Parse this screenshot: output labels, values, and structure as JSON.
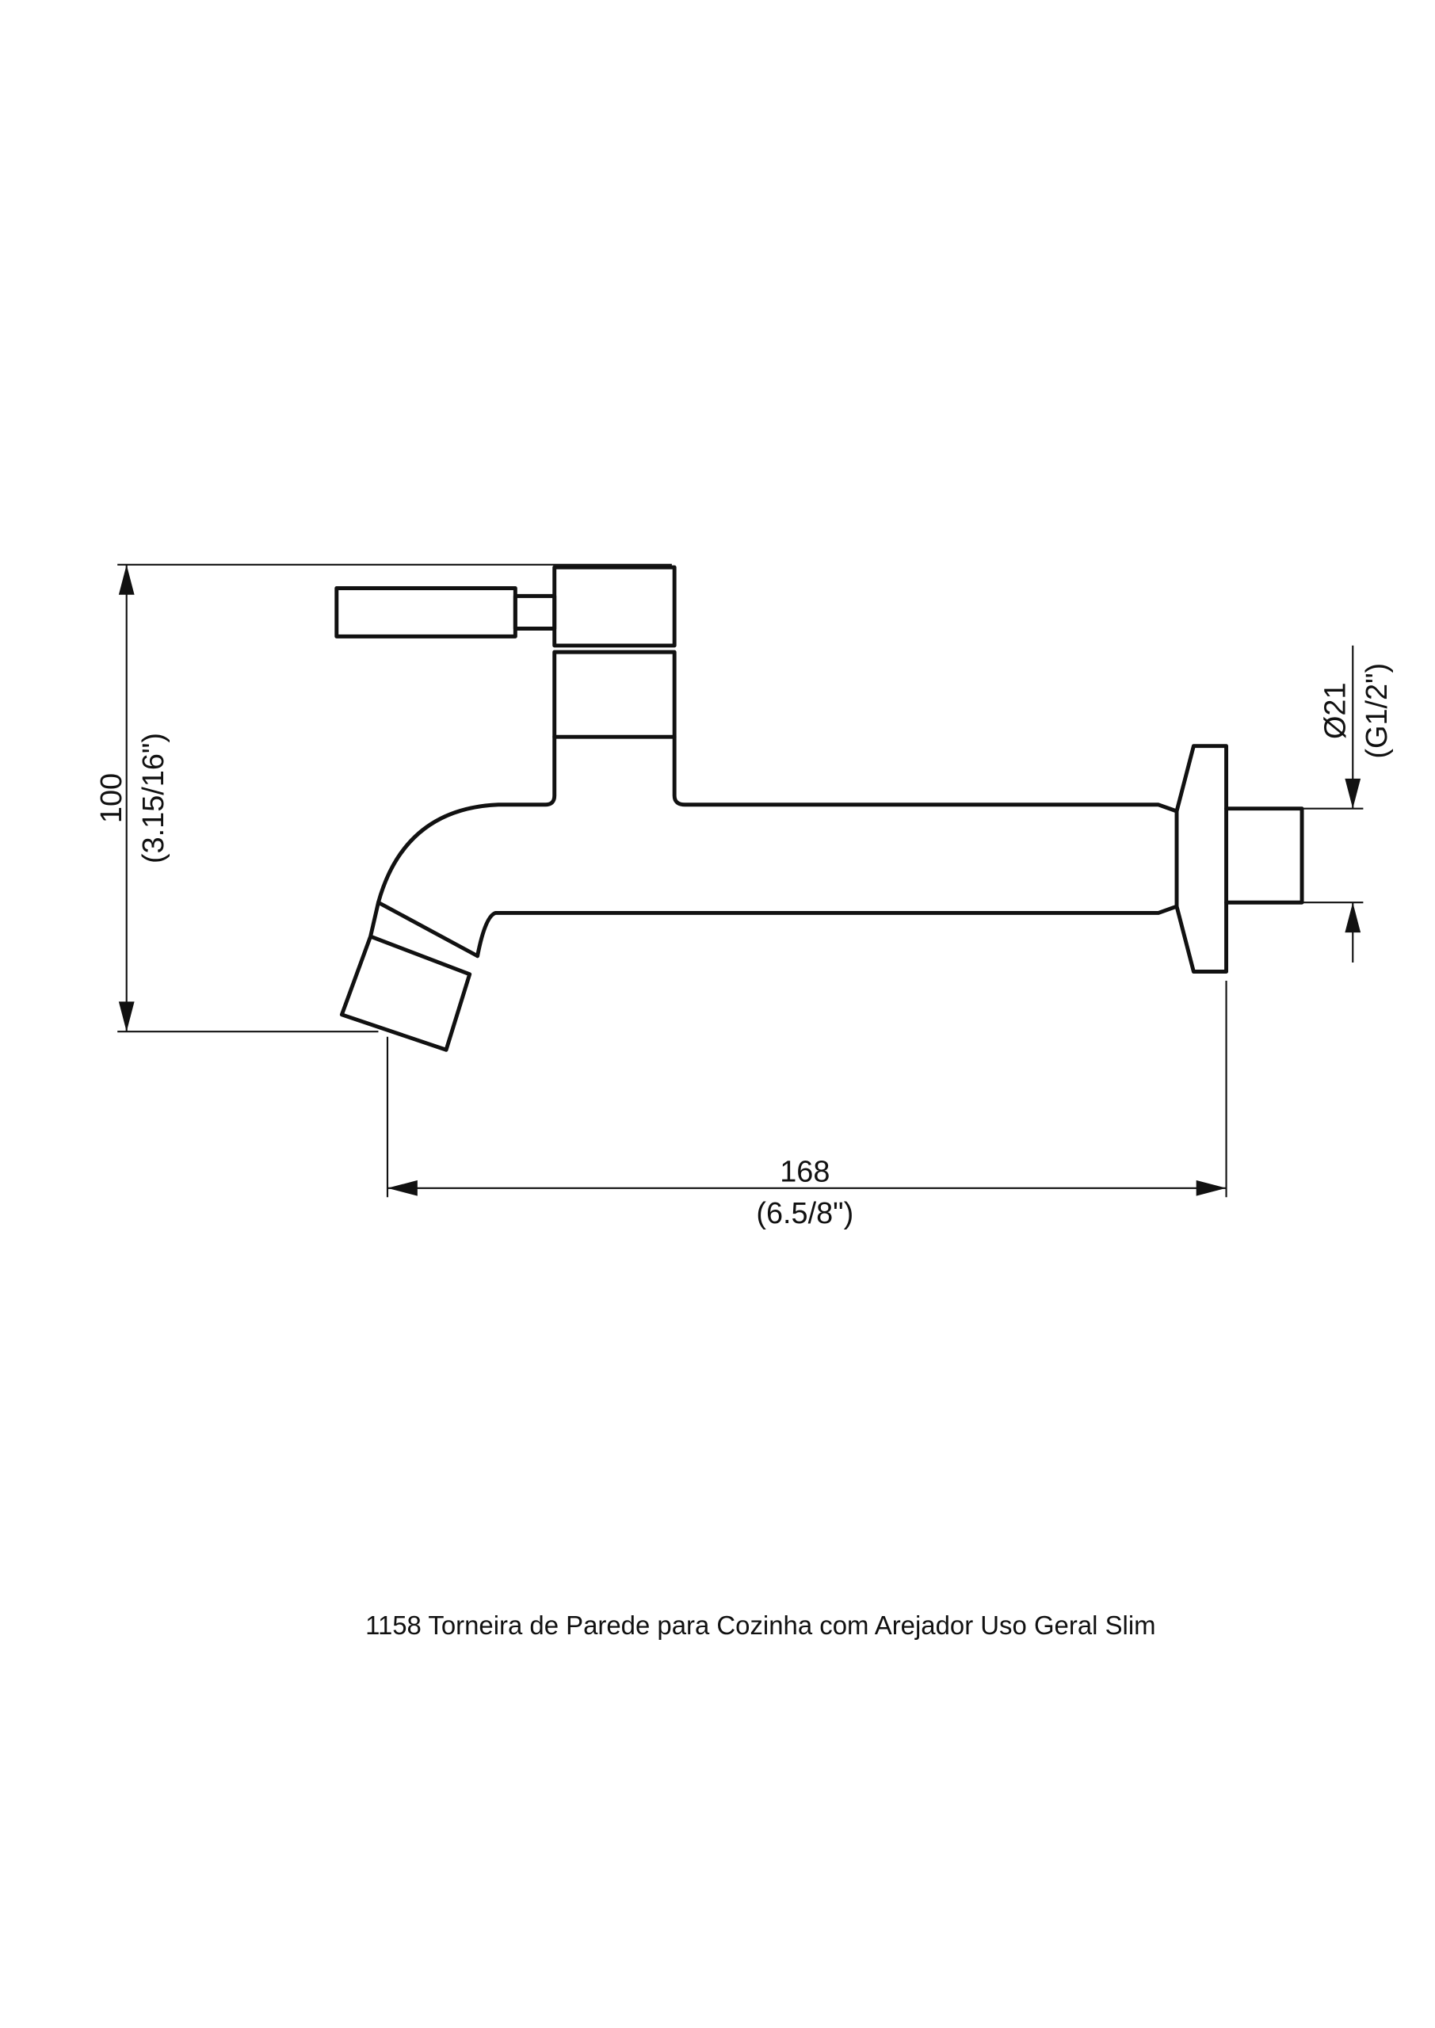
{
  "drawing": {
    "height_dim": {
      "value": "100",
      "inch": "(3.15/16\")"
    },
    "length_dim": {
      "value": "168",
      "inch": "(6.5/8\")"
    },
    "connection_dim": {
      "value": "Ø21",
      "thread": "(G1/2\")"
    },
    "caption": "1158 Torneira de Parede para Cozinha com Arejador Uso Geral Slim"
  }
}
